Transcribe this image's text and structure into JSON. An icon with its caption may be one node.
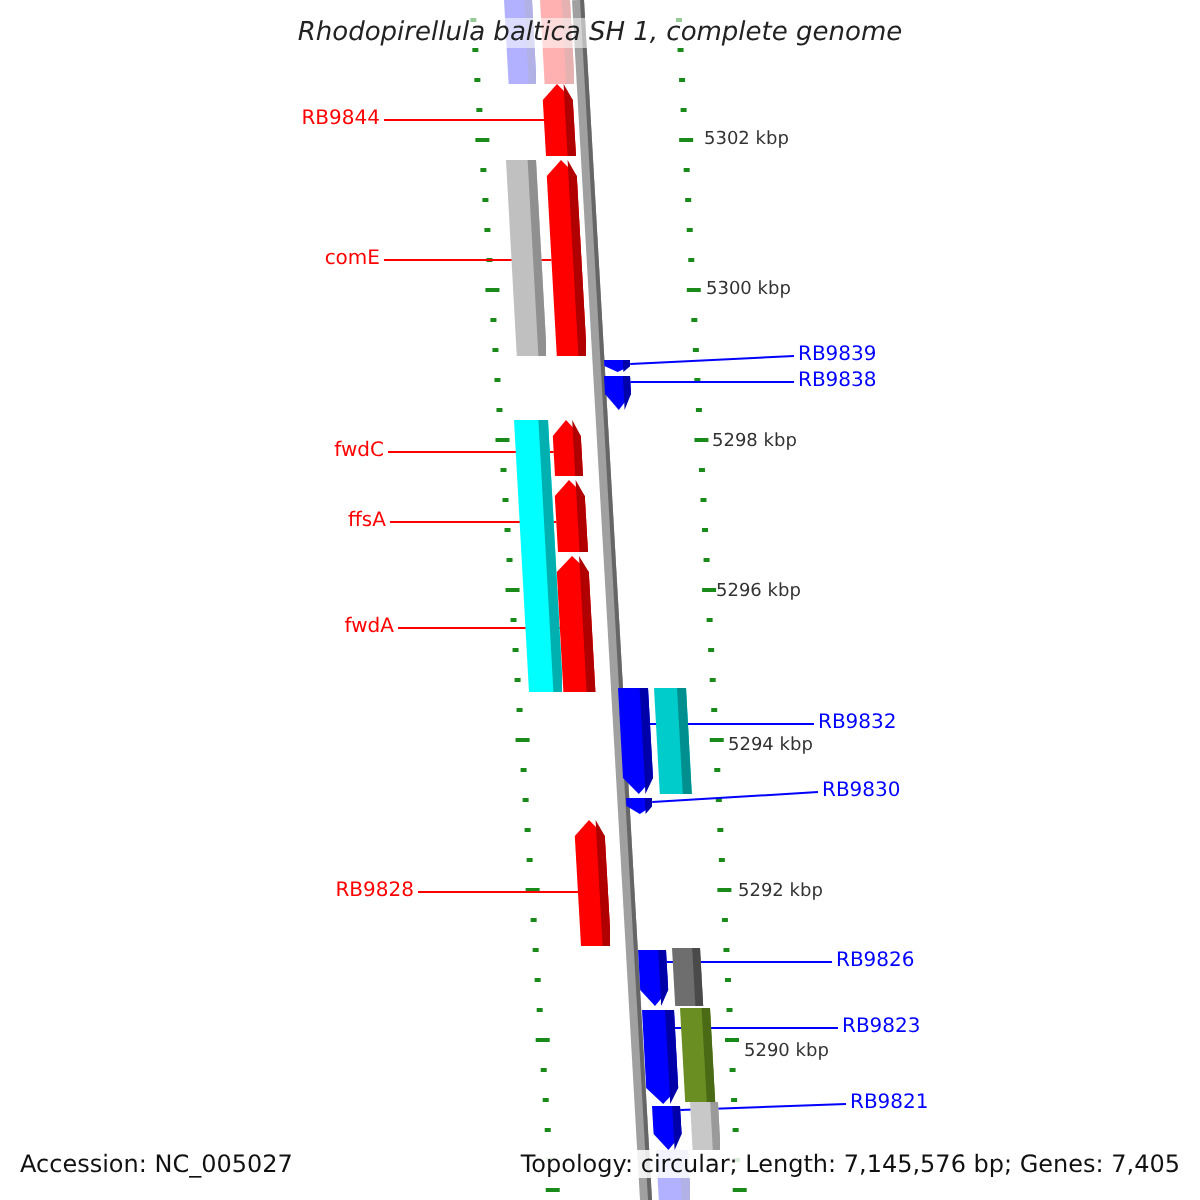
{
  "diagram": {
    "title": "Rhodopirellula baltica SH 1, complete genome",
    "nodes": [
      {
        "text": [
          "RB9844"
        ]
      },
      {
        "text": [
          "comE"
        ]
      },
      {
        "text": [
          "RB9839"
        ]
      },
      {
        "text": [
          "RB9838"
        ]
      },
      {
        "text": [
          "fwdC"
        ]
      },
      {
        "text": [
          "ffsA"
        ]
      },
      {
        "text": [
          "fwdA"
        ]
      },
      {
        "text": [
          "RB9832"
        ]
      },
      {
        "text": [
          "RB9830"
        ]
      },
      {
        "text": [
          "RB9828"
        ]
      },
      {
        "text": [
          "RB9826"
        ]
      },
      {
        "text": [
          "RB9823"
        ]
      },
      {
        "text": [
          "RB9821"
        ]
      },
      {
        "text": [],
        "shape": "bar"
      },
      {
        "text": [],
        "shape": "bar"
      },
      {
        "text": [],
        "shape": "arrow"
      },
      {
        "text": [],
        "shape": "bar"
      },
      {
        "text": [],
        "shape": "arrow"
      },
      {
        "text": [],
        "shape": "arrow"
      },
      {
        "text": [],
        "shape": "arrow"
      },
      {
        "text": [],
        "shape": "bar"
      },
      {
        "text": [],
        "shape": "arrow"
      },
      {
        "text": [],
        "shape": "arrow"
      },
      {
        "text": [],
        "shape": "arrow"
      },
      {
        "text": [],
        "shape": "arrow"
      },
      {
        "text": [],
        "shape": "bar"
      },
      {
        "text": [],
        "shape": "arrow"
      },
      {
        "text": [],
        "shape": "arrow"
      },
      {
        "text": [],
        "shape": "arrow"
      },
      {
        "text": [],
        "shape": "bar"
      },
      {
        "text": [],
        "shape": "arrow"
      },
      {
        "text": [],
        "shape": "bar"
      },
      {
        "text": [],
        "shape": "arrow"
      },
      {
        "text": [],
        "shape": "bar"
      },
      {
        "text": [],
        "shape": "bar"
      }
    ],
    "edges": [
      {
        "from": 0,
        "to": 15,
        "arrow": "none",
        "color": "#ff0000"
      },
      {
        "from": 1,
        "to": 17,
        "arrow": "none",
        "color": "#ff0000"
      },
      {
        "from": 2,
        "to": 18,
        "arrow": "none",
        "color": "#0000ff"
      },
      {
        "from": 3,
        "to": 19,
        "arrow": "none",
        "color": "#0000ff"
      },
      {
        "from": 4,
        "to": 21,
        "arrow": "none",
        "color": "#ff0000"
      },
      {
        "from": 5,
        "to": 22,
        "arrow": "none",
        "color": "#ff0000"
      },
      {
        "from": 6,
        "to": 23,
        "arrow": "none",
        "color": "#ff0000"
      },
      {
        "from": 7,
        "to": 24,
        "arrow": "none",
        "color": "#0000ff"
      },
      {
        "from": 8,
        "to": 26,
        "arrow": "none",
        "color": "#0000ff"
      },
      {
        "from": 9,
        "to": 27,
        "arrow": "none",
        "color": "#ff0000"
      },
      {
        "from": 10,
        "to": 28,
        "arrow": "none",
        "color": "#0000ff"
      },
      {
        "from": 11,
        "to": 30,
        "arrow": "none",
        "color": "#0000ff"
      },
      {
        "from": 12,
        "to": 32,
        "arrow": "none",
        "color": "#0000ff"
      }
    ],
    "labels": [
      "5302 kbp",
      "5300 kbp",
      "5298 kbp",
      "5296 kbp",
      "5294 kbp",
      "5292 kbp",
      "5290 kbp",
      "Accession: NC_005027",
      "Topology: circular; Length: 7,145,576 bp; Genes: 7,405"
    ]
  }
}
